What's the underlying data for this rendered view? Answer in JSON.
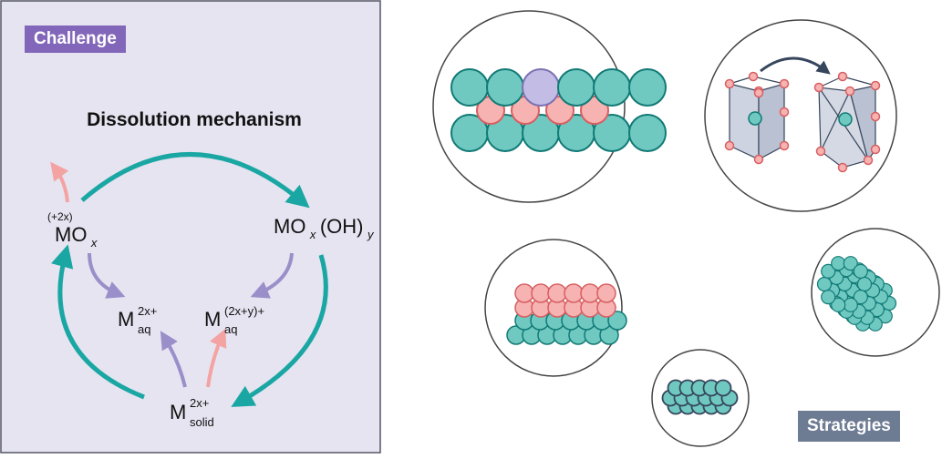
{
  "colors": {
    "panel_bg": "#e6e4f1",
    "panel_border": "#555566",
    "teal": "#1aa7a3",
    "teal_fill": "#6fc9c1",
    "teal_stroke": "#127a76",
    "pink": "#f4a3a3",
    "pink_fill": "#f6b3b2",
    "pink_stroke": "#d85f62",
    "purple": "#9b8fc9",
    "purple_fill": "#c3bce4",
    "challenge_badge": "#8266b9",
    "strategies_badge": "#6d7b93",
    "dark": "#36465c"
  },
  "challenge": {
    "badge": "Challenge",
    "title": "Dissolution mechanism",
    "species": {
      "mox": {
        "charge": "(+2x)",
        "base": "MO",
        "sub": "x"
      },
      "moxoh": {
        "base": "MO",
        "sub1": "x",
        "mid": "(OH)",
        "sub2": "y"
      },
      "maq1": {
        "base": "M",
        "sup": "2x+",
        "sub": "aq"
      },
      "maq2": {
        "base": "M",
        "sup": "(2x+y)+",
        "sub": "aq"
      },
      "msolid": {
        "base": "M",
        "sup": "2x+",
        "sub": "solid"
      }
    }
  },
  "strategies": {
    "badge": "Strategies"
  }
}
